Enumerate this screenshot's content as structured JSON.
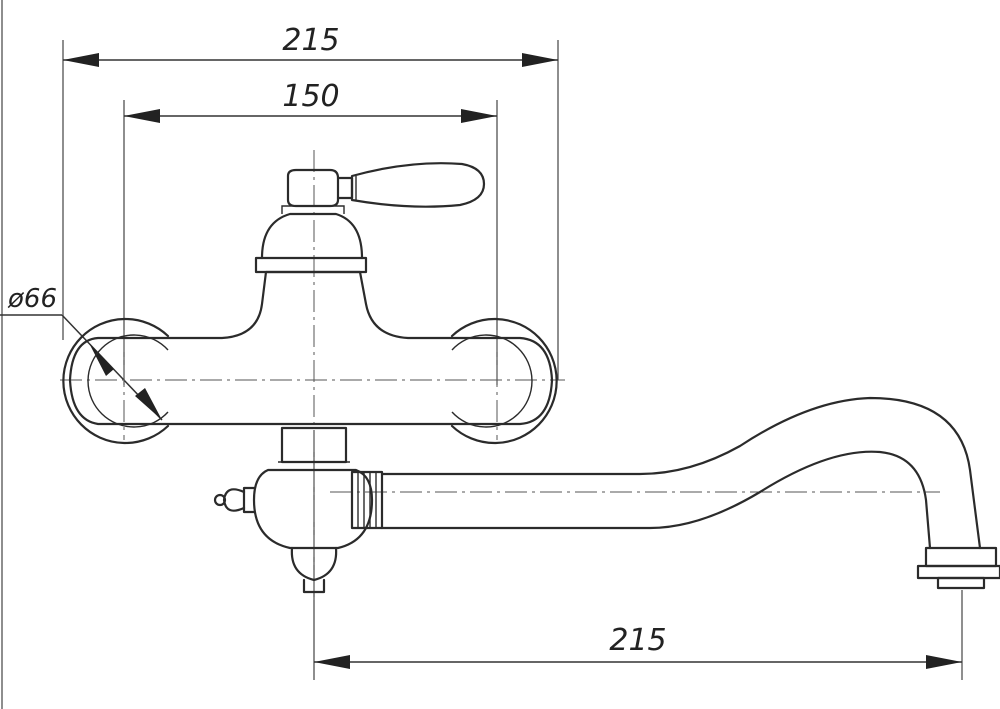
{
  "drawing": {
    "dimensions": {
      "overall_width": "215",
      "center_distance": "150",
      "rosette_diameter": "ø66",
      "spout_reach": "215"
    }
  },
  "colors": {
    "background": "#ffffff",
    "line": "#2b2b2b"
  }
}
